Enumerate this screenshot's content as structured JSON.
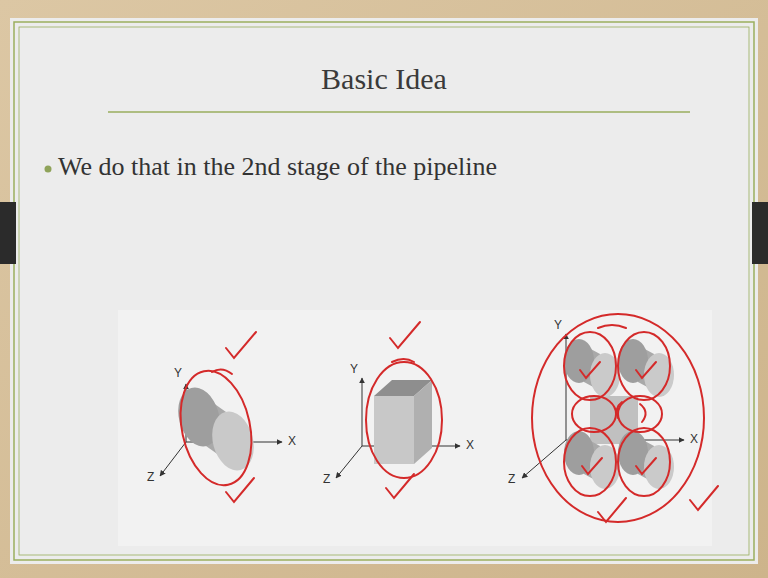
{
  "diagram": {
    "title": "Basic Idea",
    "labels": [
      "We do that in the 2nd stage of the pipeline",
      "Y",
      "X",
      "Z",
      "Y",
      "X",
      "Z",
      "Y",
      "X",
      "Z"
    ]
  }
}
